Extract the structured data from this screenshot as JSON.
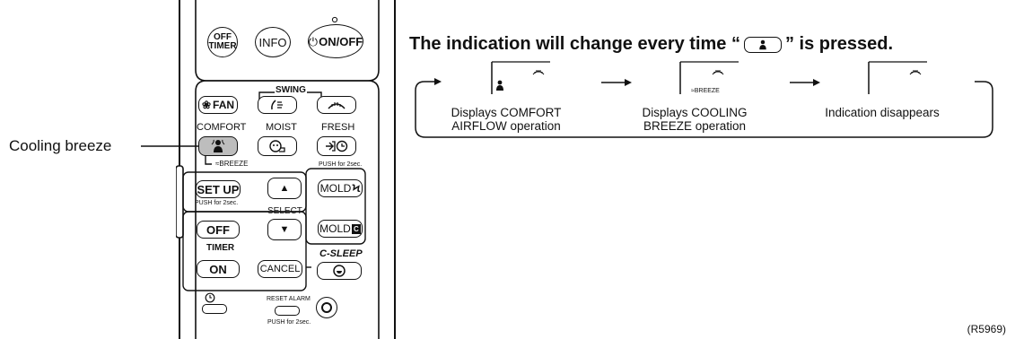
{
  "callout": {
    "label": "Cooling breeze"
  },
  "heading": {
    "before": "The indication will change every time “",
    "after": "” is pressed."
  },
  "remote": {
    "off_timer": [
      "OFF",
      "TIMER"
    ],
    "info": "INFO",
    "on_off": "ON/OFF",
    "swing": "SWING",
    "fan": "FAN",
    "comfort": "COMFORT",
    "moist": "MOIST",
    "fresh": "FRESH",
    "breeze": "BREEZE",
    "push_2sec": "PUSH for 2sec.",
    "set_up": "SET UP",
    "select": "SELECT",
    "mold": "MOLD",
    "off": "OFF",
    "timer": "TIMER",
    "on": "ON",
    "cancel": "CANCEL",
    "c_sleep": "C-SLEEP",
    "reset_alarm": "RESET ALARM"
  },
  "sequence": [
    {
      "caption": "Displays COMFORT AIRFLOW operation",
      "display_text": ""
    },
    {
      "caption": "Displays COOLING BREEZE operation",
      "display_text": "≈BREEZE"
    },
    {
      "caption": "Indication disappears",
      "display_text": ""
    }
  ],
  "reference": "(R5969)",
  "icons": [
    "fan-icon",
    "swing-vertical-icon",
    "swing-horizontal-icon",
    "comfort-airflow-icon",
    "moist-icon",
    "fresh-icon",
    "clock-icon",
    "sleep-icon",
    "power-icon",
    "triangle-up-icon",
    "triangle-down-icon"
  ]
}
